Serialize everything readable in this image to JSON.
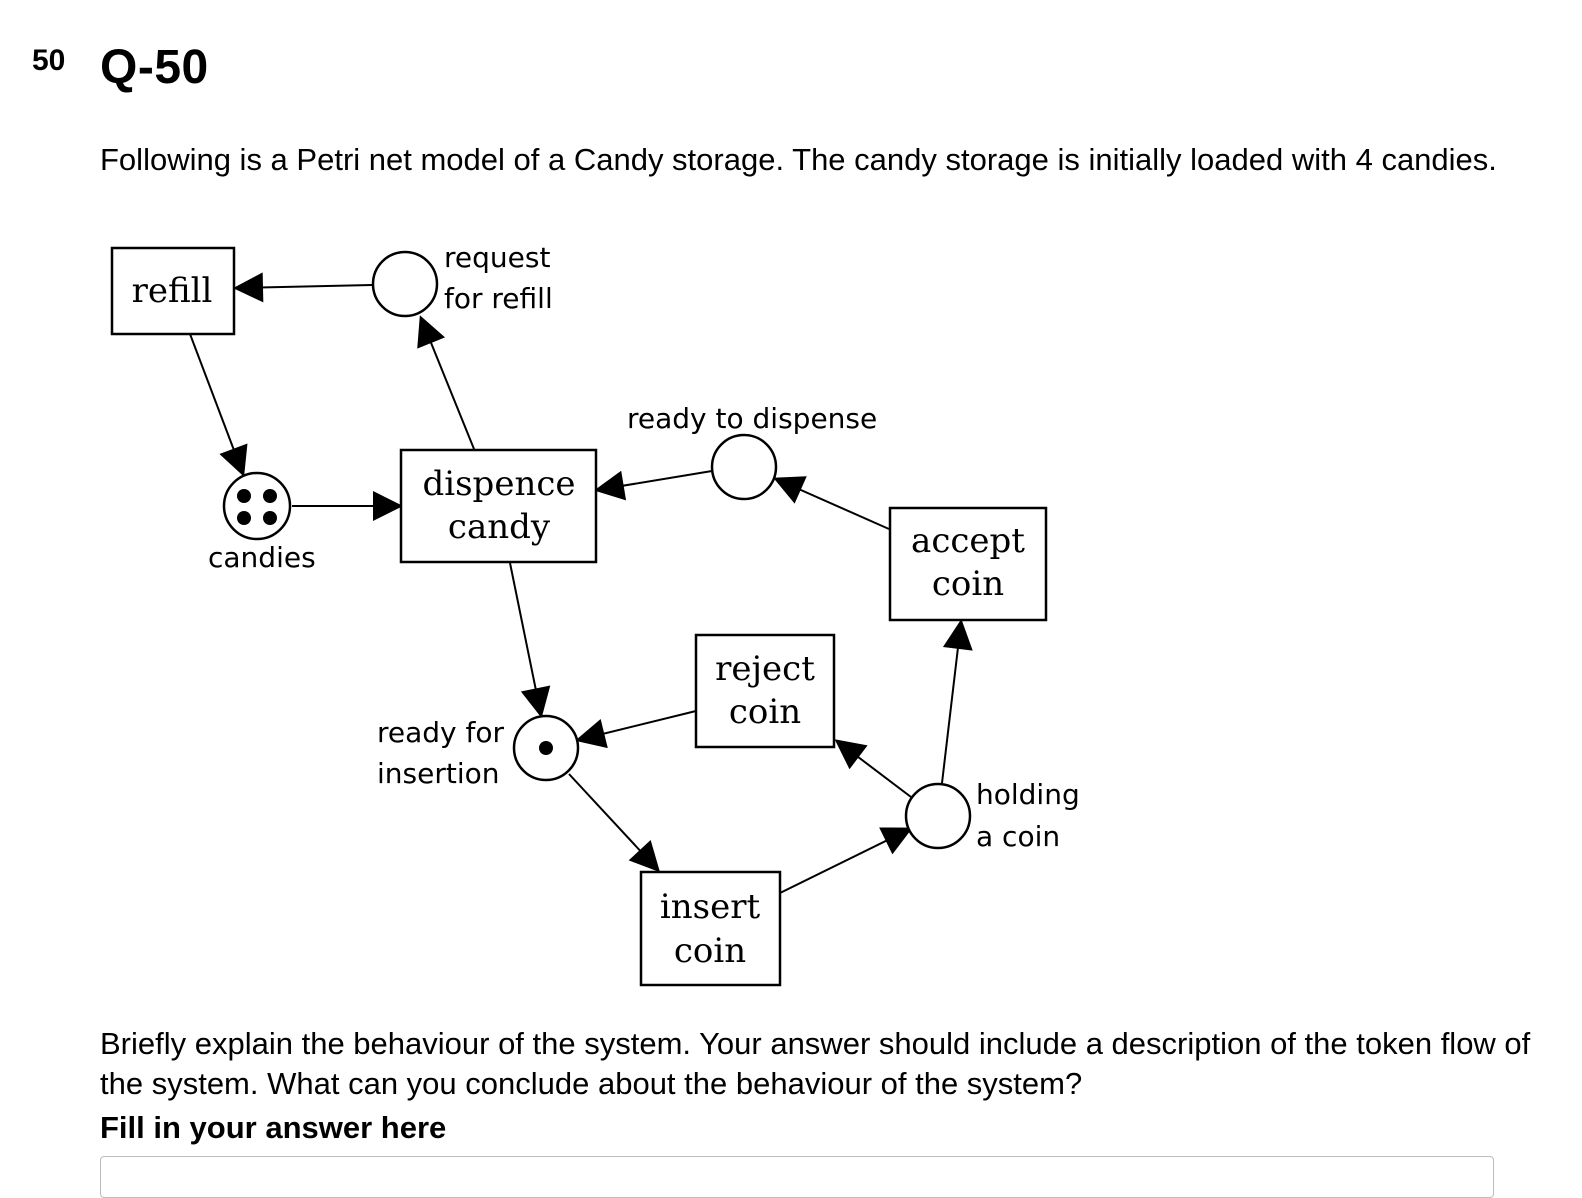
{
  "question": {
    "number": "50",
    "title": "Q-50",
    "intro": "Following is a Petri net model of a Candy storage. The candy storage is initially loaded with 4 candies.",
    "prompt": "Briefly explain the behaviour of the system. Your answer should include a description of the token flow of the system. What can you conclude about the behaviour of the system?",
    "answer_label": "Fill in your answer here"
  },
  "petri_net": {
    "transitions": {
      "refill": "refill",
      "dispense_1": "dispence",
      "dispense_2": "candy",
      "accept_1": "accept",
      "accept_2": "coin",
      "reject_1": "reject",
      "reject_2": "coin",
      "insert_1": "insert",
      "insert_2": "coin"
    },
    "places": {
      "request_1": "request",
      "request_2": "for refill",
      "ready_dispense": "ready to dispense",
      "candies": "candies",
      "ready_insert_1": "ready for",
      "ready_insert_2": "insertion",
      "holding_1": "holding",
      "holding_2": "a coin"
    },
    "tokens": {
      "candies": 4,
      "ready_for_insertion": 1,
      "request_for_refill": 0,
      "ready_to_dispense": 0,
      "holding_a_coin": 0
    }
  }
}
